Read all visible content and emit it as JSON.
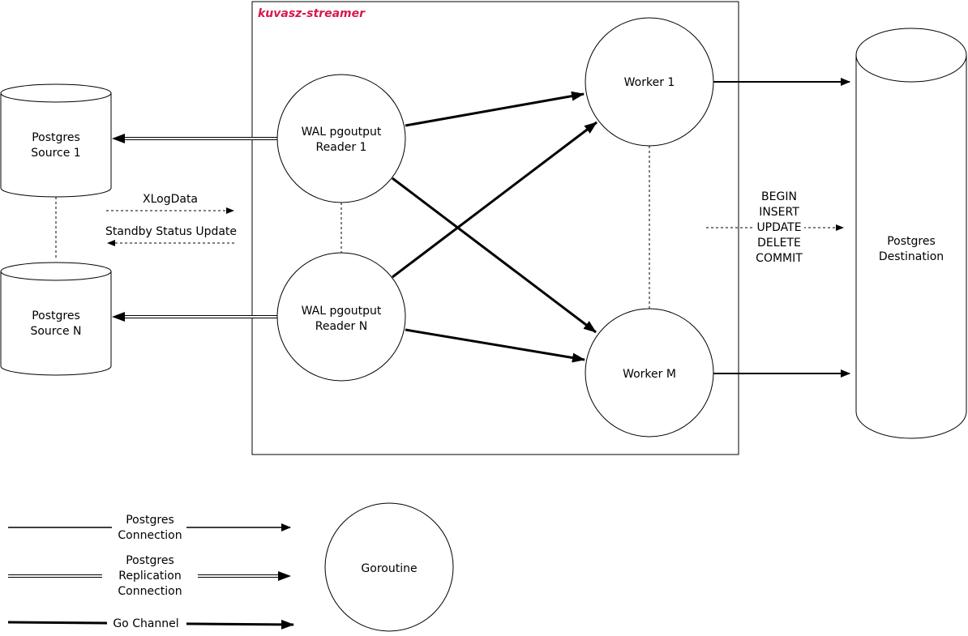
{
  "container": {
    "title": "kuvasz-streamer",
    "title_color": "#d6194b"
  },
  "sources": {
    "source_1": [
      "Postgres",
      "Source 1"
    ],
    "source_n": [
      "Postgres",
      "Source N"
    ]
  },
  "readers": {
    "reader_1": [
      "WAL pgoutput",
      "Reader 1"
    ],
    "reader_n": [
      "WAL pgoutput",
      "Reader N"
    ]
  },
  "workers": {
    "worker_1": "Worker 1",
    "worker_m": "Worker M"
  },
  "destination": [
    "Postgres",
    "Destination"
  ],
  "protocol": {
    "xlogdata": "XLogData",
    "standby": "Standby Status Update"
  },
  "commands": [
    "BEGIN",
    "INSERT",
    "UPDATE",
    "DELETE",
    "COMMIT"
  ],
  "legend": {
    "postgres_connection": [
      "Postgres",
      "Connection"
    ],
    "replication_connection": [
      "Postgres",
      "Replication",
      "Connection"
    ],
    "go_channel": "Go Channel",
    "goroutine": "Goroutine"
  }
}
